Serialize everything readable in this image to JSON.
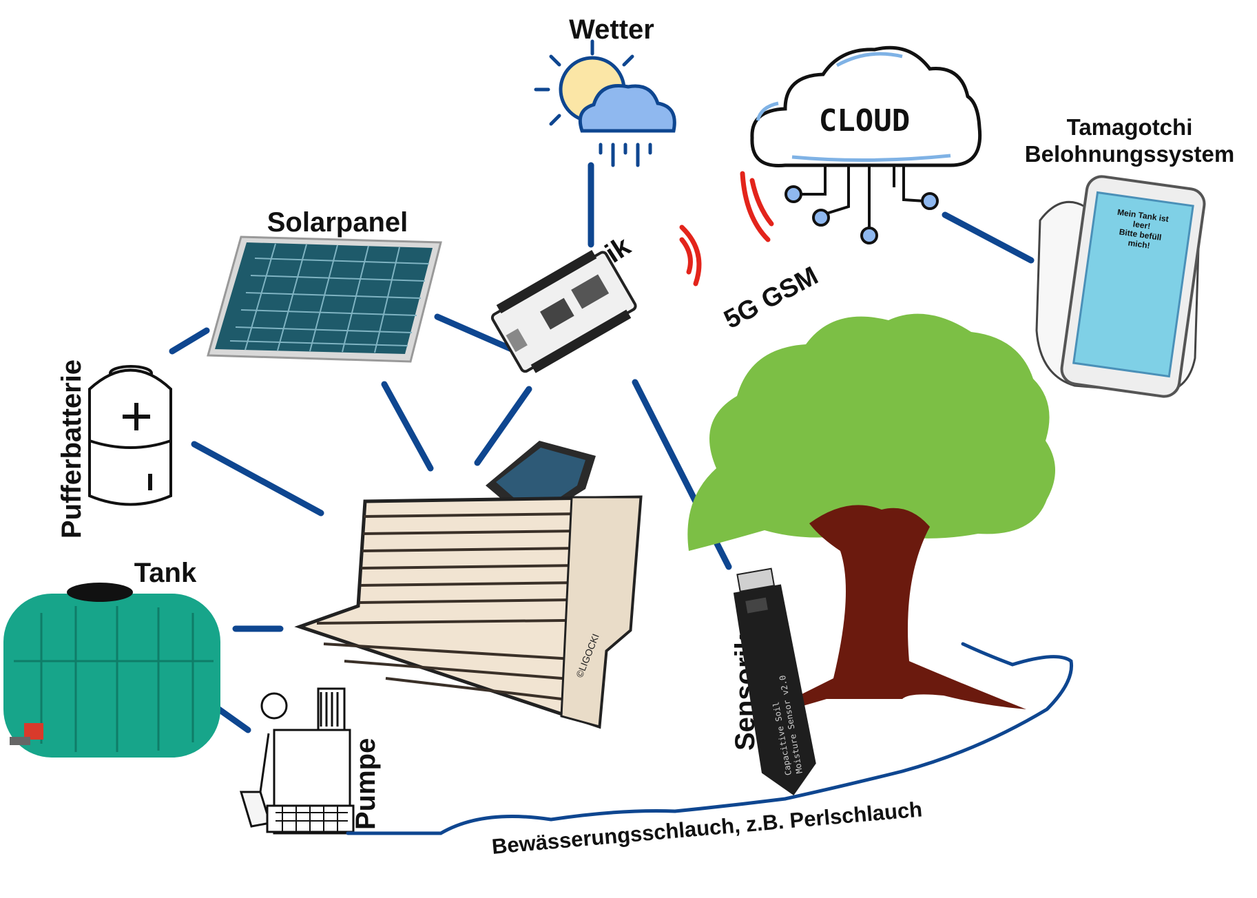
{
  "labels": {
    "wetter": "Wetter",
    "cloud": "CLOUD",
    "tamagotchi_line1": "Tamagotchi",
    "tamagotchi_line2": "Belohnungssystem",
    "solarpanel": "Solarpanel",
    "elektronik": "Elektronik",
    "gsm": "5G GSM",
    "pufferbatterie": "Pufferbatterie",
    "tank": "Tank",
    "pumpe": "Pumpe",
    "sensorik": "Sensorik",
    "schlauch": "Bewässerungsschlauch, z.B. Perlschlauch"
  },
  "phone_message": {
    "line1": "Mein Tank ist",
    "line2": "leer!",
    "line3": "Bitte befüll",
    "line4": "mich!"
  },
  "sensor_text": {
    "line1": "Capacitive Soil",
    "line2": "Moisture Sensor v2.0"
  },
  "artist_mark": "©LIGOCKI",
  "colors": {
    "connector": "#0e4690",
    "signal": "#e3241b",
    "tank": "#17a58a",
    "tree_crown": "#7cbf45",
    "tree_trunk": "#6b1a0e",
    "cloud_accent": "#7fb2e5",
    "sun": "#fbe6a6",
    "rain_cloud": "#8fb8ef"
  }
}
